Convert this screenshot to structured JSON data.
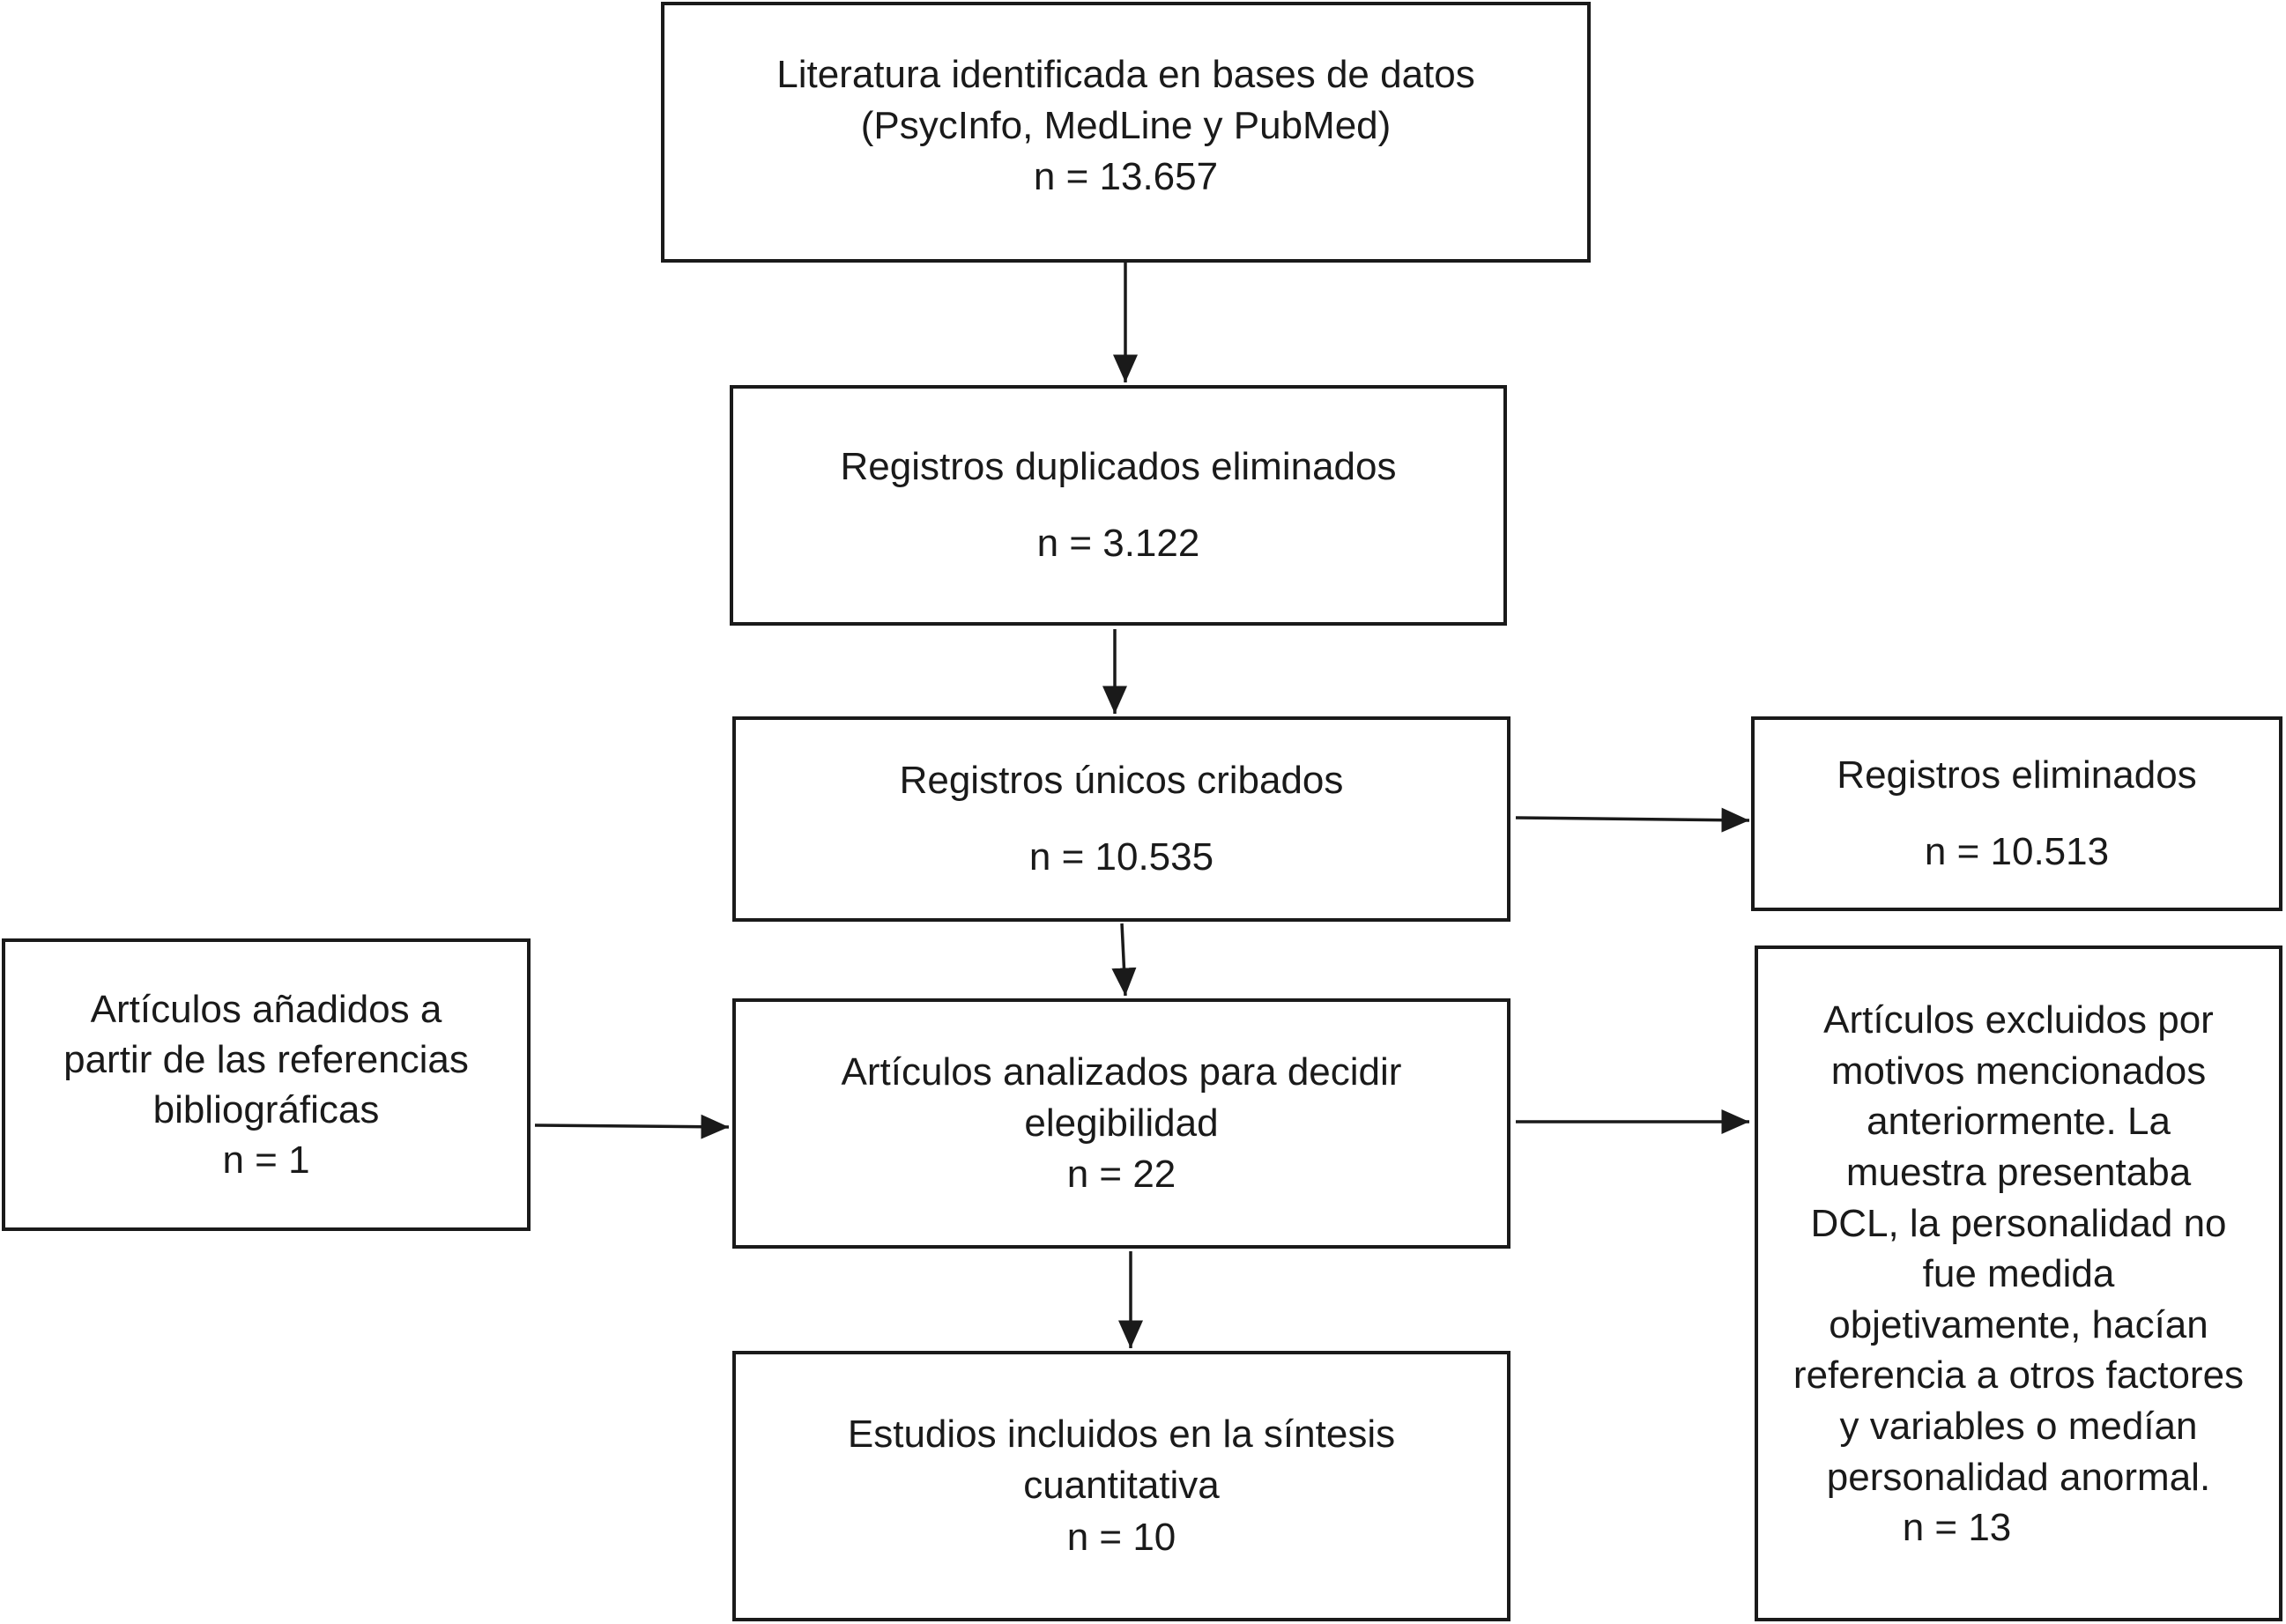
{
  "boxes": {
    "identified": {
      "lines": [
        "Literatura identificada en bases de datos",
        "(PsycInfo, MedLine y PubMed)"
      ],
      "count": "n = 13.657"
    },
    "duplicates": {
      "lines": [
        "Registros duplicados eliminados"
      ],
      "count": "n = 3.122"
    },
    "screened": {
      "lines": [
        "Registros únicos cribados"
      ],
      "count": "n = 10.535"
    },
    "removed": {
      "lines": [
        "Registros eliminados"
      ],
      "count": "n = 10.513"
    },
    "added": {
      "lines": [
        "Artículos añadidos a",
        "partir de las referencias",
        "bibliográficas"
      ],
      "count": "n = 1"
    },
    "eligibility": {
      "lines": [
        "Artículos analizados para decidir",
        "elegibilidad"
      ],
      "count": "n = 22"
    },
    "included": {
      "lines": [
        "Estudios incluidos en la síntesis",
        "cuantitativa"
      ],
      "count": "n = 10"
    },
    "excluded": {
      "lines": [
        "Artículos excluidos por",
        "motivos mencionados",
        "anteriormente. La",
        "muestra presentaba",
        "DCL, la personalidad no",
        "fue medida",
        "objetivamente, hacían",
        "referencia a otros factores",
        "y variables o medían",
        "personalidad anormal."
      ],
      "count": "n = 13"
    }
  }
}
